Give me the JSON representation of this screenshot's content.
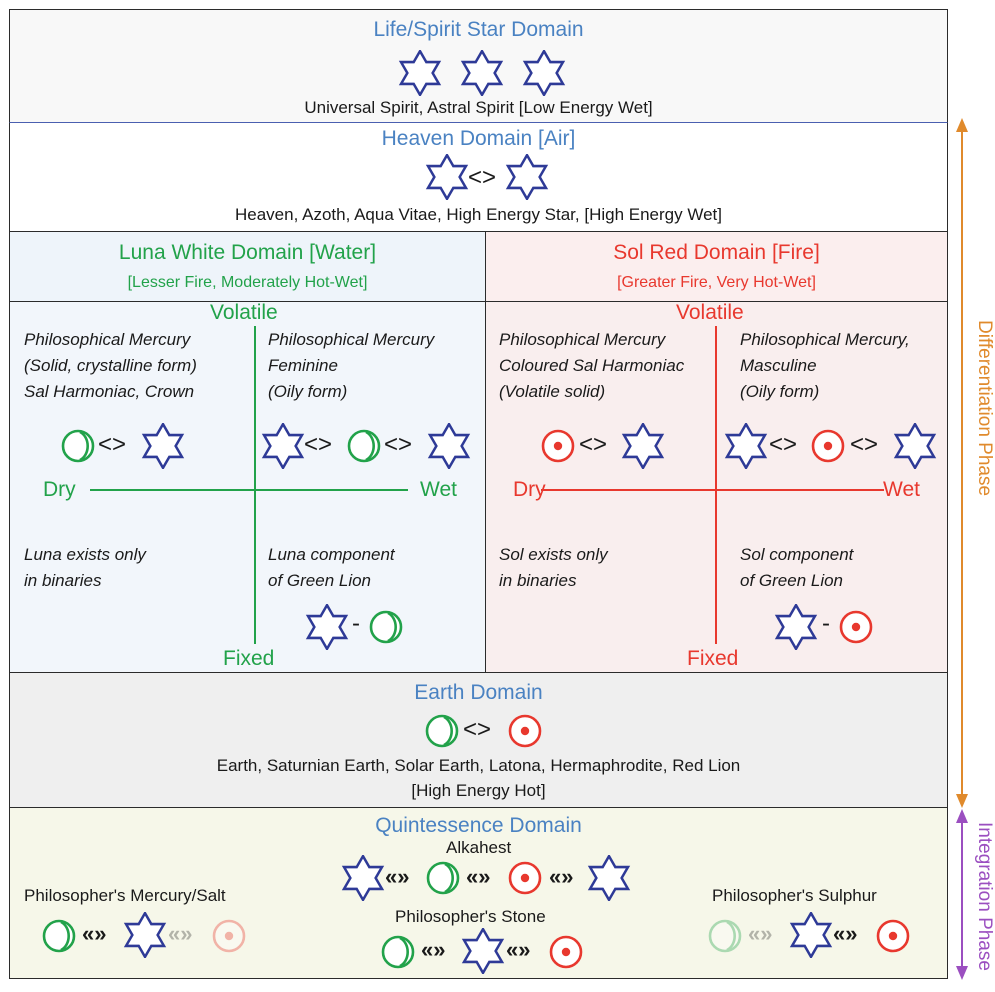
{
  "life_domain": {
    "title": "Life/Spirit Star Domain",
    "caption": "Universal Spirit, Astral Spirit [Low Energy Wet]"
  },
  "heaven_domain": {
    "title": "Heaven Domain [Air]",
    "symbol_link": "<>",
    "caption": "Heaven, Azoth, Aqua Vitae, High Energy Star, [High Energy Wet]"
  },
  "luna_domain": {
    "title": "Luna White Domain [Water]",
    "subtitle": "[Lesser Fire, Moderately Hot-Wet]",
    "volatile": "Volatile",
    "fixed": "Fixed",
    "dry": "Dry",
    "wet": "Wet",
    "q1": [
      "Philosophical Mercury",
      "(Solid, crystalline  form)",
      "Sal Harmoniac, Crown"
    ],
    "q2": [
      "Philosophical Mercury",
      "Feminine",
      "(Oily form)"
    ],
    "q3": [
      "Luna exists only",
      "in binaries"
    ],
    "q4": [
      "Luna component",
      "of Green Lion"
    ],
    "link": "<>",
    "dash": "-"
  },
  "sol_domain": {
    "title": "Sol Red Domain [Fire]",
    "subtitle": "[Greater Fire, Very Hot-Wet]",
    "volatile": "Volatile",
    "fixed": "Fixed",
    "dry": "Dry",
    "wet": "Wet",
    "q1": [
      "Philosophical Mercury",
      "Coloured Sal Harmoniac",
      "(Volatile solid)"
    ],
    "q2": [
      "Philosophical Mercury,",
      "Masculine",
      "(Oily form)"
    ],
    "q3": [
      "Sol exists only",
      "in binaries"
    ],
    "q4": [
      "Sol component",
      "of Green Lion"
    ],
    "link": "<>",
    "dash": "-"
  },
  "earth_domain": {
    "title": "Earth Domain",
    "link": "<>",
    "caption_1": "Earth, Saturnian Earth, Solar Earth, Latona, Hermaphrodite, Red Lion",
    "caption_2": "[High Energy Hot]"
  },
  "quintessence_domain": {
    "title": "Quintessence Domain",
    "alkahest": "Alkahest",
    "stone": "Philosopher's Stone",
    "mercury_salt": "Philosopher's Mercury/Salt",
    "sulphur": "Philosopher's Sulphur",
    "chev": "«»"
  },
  "phases": {
    "differentiation": "Differentiation Phase",
    "integration": "Integration Phase"
  },
  "colors": {
    "star": "#2e3a97",
    "luna": "#22a24a",
    "sol": "#e8382e",
    "title_blue": "#4a82c2",
    "orange": "#e08a2c",
    "purple": "#9b4fc0"
  }
}
